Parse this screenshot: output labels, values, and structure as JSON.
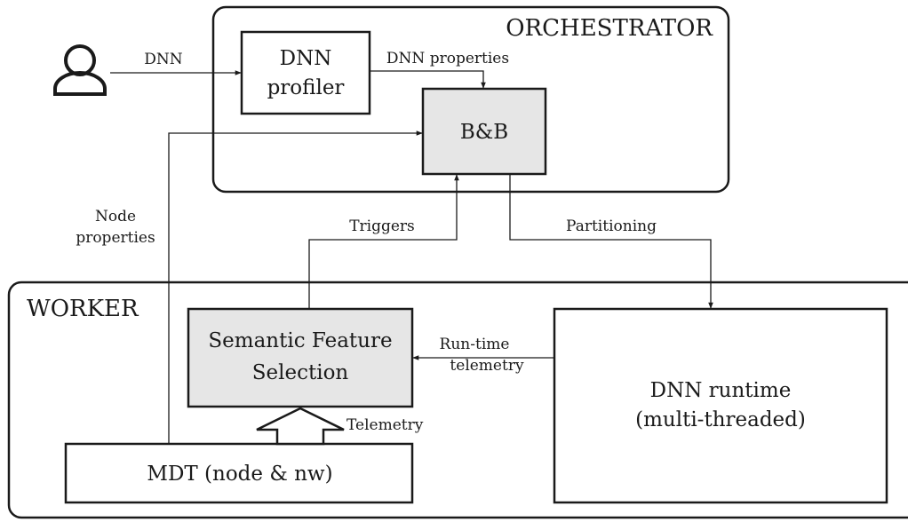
{
  "orchestrator": {
    "title": "ORCHESTRATOR",
    "profiler_label_line1": "DNN",
    "profiler_label_line2": "profiler",
    "bnb_label": "B&B"
  },
  "worker": {
    "title": "WORKER",
    "sfs_label_line1": "Semantic Feature",
    "sfs_label_line2": "Selection",
    "mdt_label": "MDT (node & nw)",
    "runtime_label_line1": "DNN runtime",
    "runtime_label_line2": "(multi-threaded)"
  },
  "edges": {
    "dnn": "DNN",
    "dnn_properties": "DNN properties",
    "node_properties_line1": "Node",
    "node_properties_line2": "properties",
    "triggers": "Triggers",
    "partitioning": "Partitioning",
    "runtime_telemetry_line1": "Run-time",
    "runtime_telemetry_line2": "telemetry",
    "telemetry": "Telemetry"
  },
  "colors": {
    "stroke": "#1a1a1a",
    "shaded_fill": "#e6e6e6"
  },
  "icons": {
    "user": "user-icon"
  }
}
